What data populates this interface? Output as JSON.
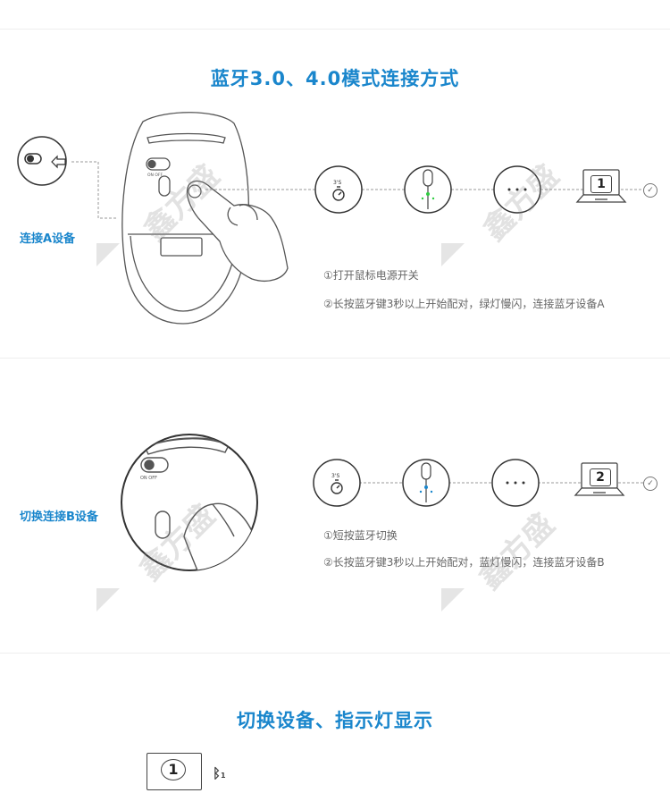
{
  "section1": {
    "title": "蓝牙3.0、4.0模式连接方式",
    "side_label": "连接A设备",
    "steps": [
      "①打开鼠标电源开关",
      "②长按蓝牙键3秒以上开始配对，绿灯慢闪，连接蓝牙设备A"
    ],
    "device_number": "1",
    "timer_label": "3'S",
    "switch_labels": {
      "on": "ON",
      "off": "OFF"
    },
    "indicator_color": "#2ecc40"
  },
  "section2": {
    "side_label": "切换连接B设备",
    "steps": [
      "①短按蓝牙切换",
      "②长按蓝牙键3秒以上开始配对，蓝灯慢闪，连接蓝牙设备B"
    ],
    "device_number": "2",
    "timer_label": "3'S",
    "switch_labels": {
      "on": "ON",
      "off": "OFF"
    },
    "indicator_color": "#1a86cc"
  },
  "section3": {
    "title": "切换设备、指示灯显示",
    "device_number": "1",
    "bluetooth_sub": "1"
  },
  "colors": {
    "accent": "#1a86cc",
    "divider": "#eeeeee",
    "line": "#999999"
  },
  "icons": [
    "timer-icon",
    "mouse-button-icon",
    "bluetooth-icon",
    "laptop-icon",
    "check-icon",
    "arrow-left-icon"
  ]
}
